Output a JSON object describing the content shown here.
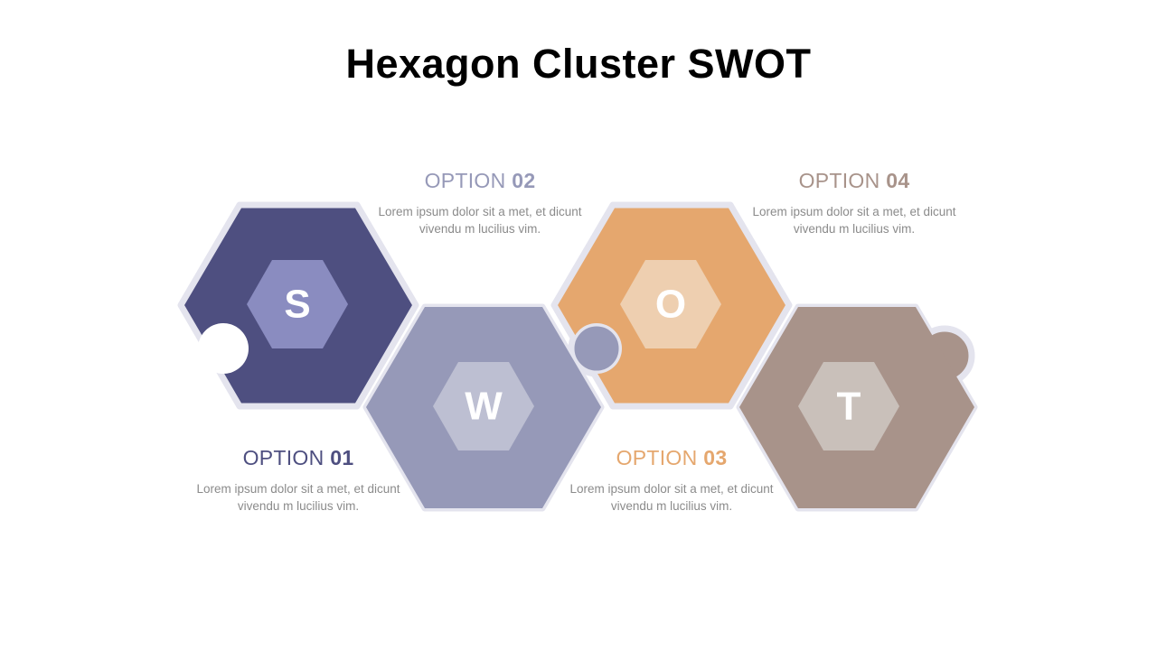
{
  "slide": {
    "title": "Hexagon Cluster SWOT",
    "background_color": "#ffffff",
    "title_color": "#000000"
  },
  "body_text_color": "#8b8b8b",
  "items": [
    {
      "id": "option-01",
      "letter": "S",
      "heading_word": "OPTION",
      "heading_number": "01",
      "body": "Lorem ipsum dolor sit a met, et dicunt vivendu m lucilius vim.",
      "color": "#4e4f80",
      "inner_color": "#8a8cc0",
      "heading_color": "#4e4f80",
      "letter_color": "#ffffff"
    },
    {
      "id": "option-02",
      "letter": "W",
      "heading_word": "OPTION",
      "heading_number": "02",
      "body": "Lorem ipsum dolor sit a met, et dicunt vivendu m lucilius vim.",
      "color": "#9699b8",
      "inner_color": "#bdbfd2",
      "heading_color": "#9699b8",
      "letter_color": "#ffffff"
    },
    {
      "id": "option-03",
      "letter": "O",
      "heading_word": "OPTION",
      "heading_number": "03",
      "body": "Lorem ipsum dolor sit a met, et dicunt vivendu m lucilius vim.",
      "color": "#e5a76e",
      "inner_color": "#eecfb0",
      "heading_color": "#e5a76e",
      "letter_color": "#ffffff"
    },
    {
      "id": "option-04",
      "letter": "T",
      "heading_word": "OPTION",
      "heading_number": "04",
      "body": "Lorem ipsum dolor sit a met, et dicunt vivendu m lucilius vim.",
      "color": "#a8938a",
      "inner_color": "#c9c0ba",
      "heading_color": "#a8938a",
      "letter_color": "#ffffff"
    }
  ]
}
